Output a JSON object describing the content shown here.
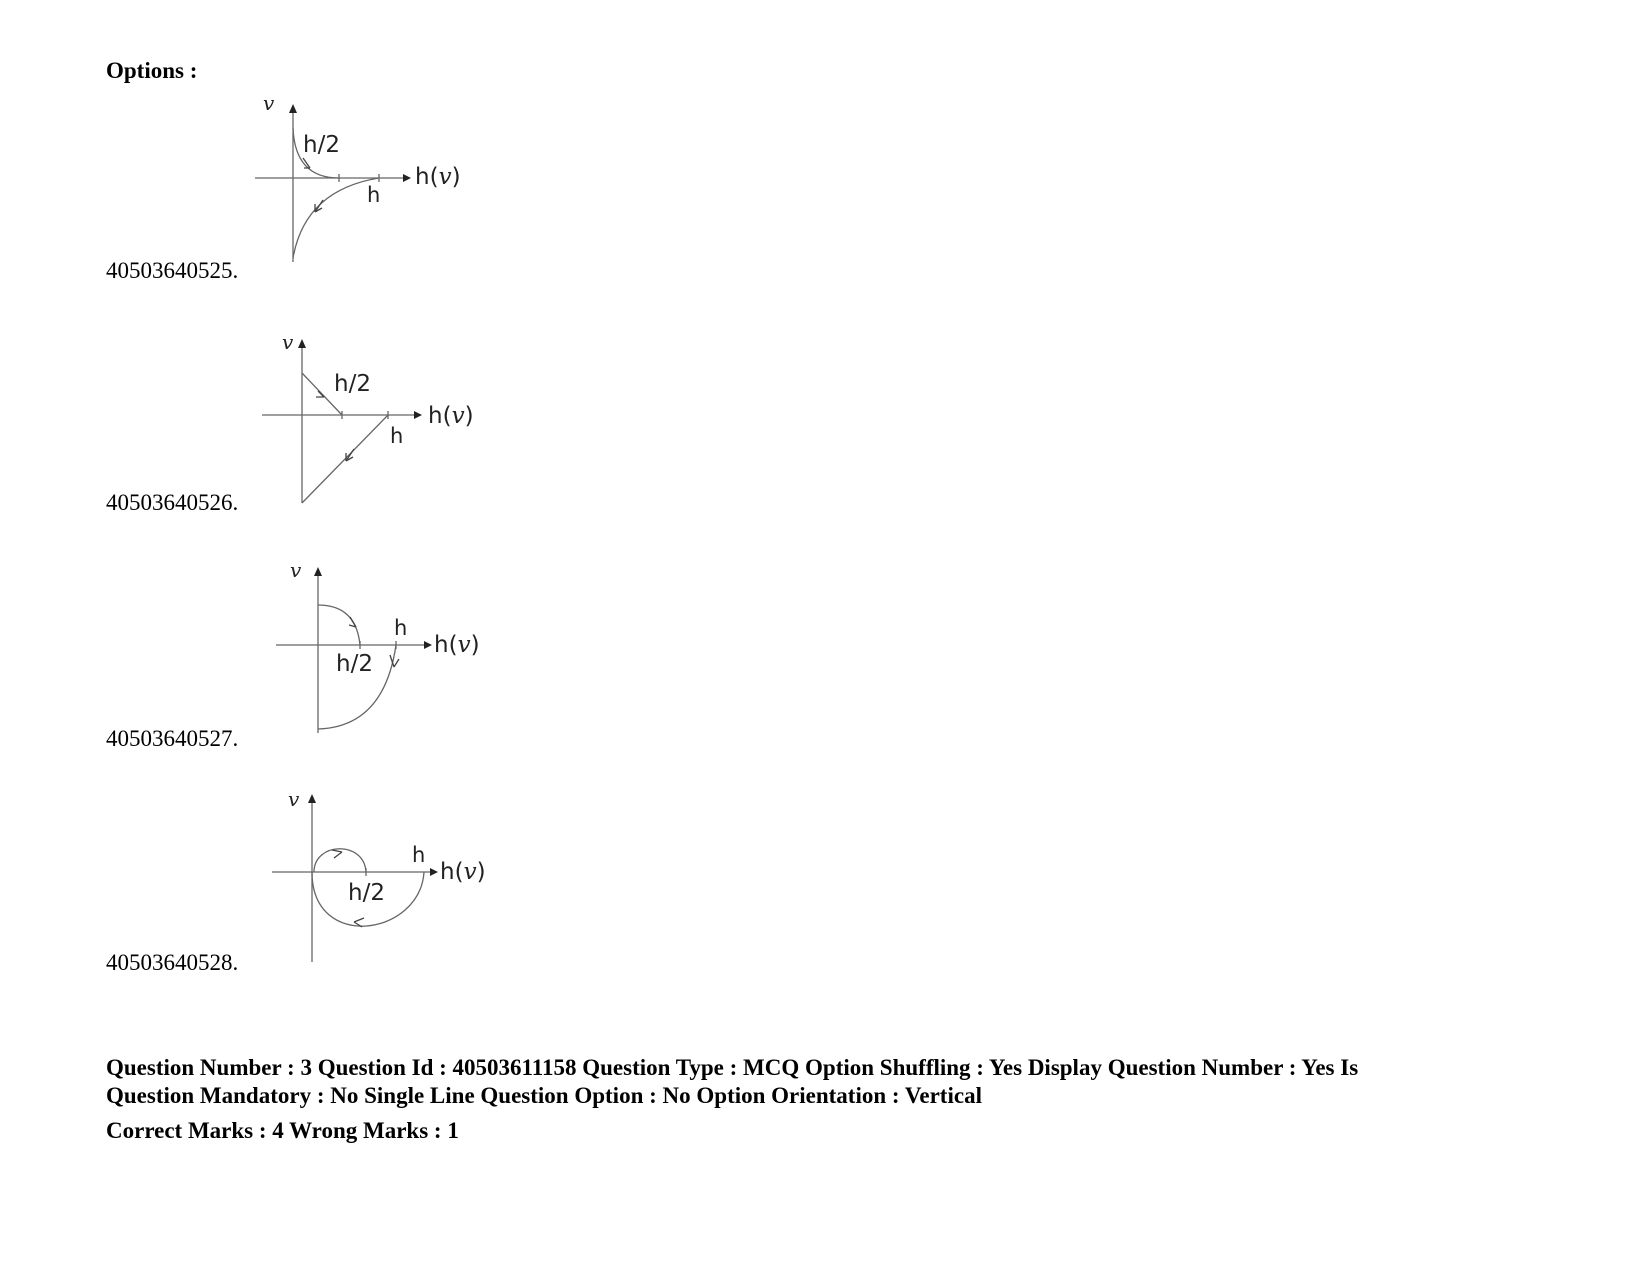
{
  "options_heading": "Options :",
  "options": [
    {
      "id": "40503640525."
    },
    {
      "id": "40503640526."
    },
    {
      "id": "40503640527."
    },
    {
      "id": "40503640528."
    }
  ],
  "figure_labels": {
    "v": "v",
    "h_half": "h/2",
    "h": "h",
    "axis_h": "h(",
    "axis_v": "v",
    "axis_close": ")"
  },
  "question_meta": {
    "line1": "Question Number : 3 Question Id : 40503611158 Question Type : MCQ Option Shuffling : Yes Display Question Number : Yes Is",
    "line2": "Question Mandatory : No Single Line Question Option : No Option Orientation : Vertical",
    "line3": "Correct Marks : 4 Wrong Marks : 1"
  }
}
